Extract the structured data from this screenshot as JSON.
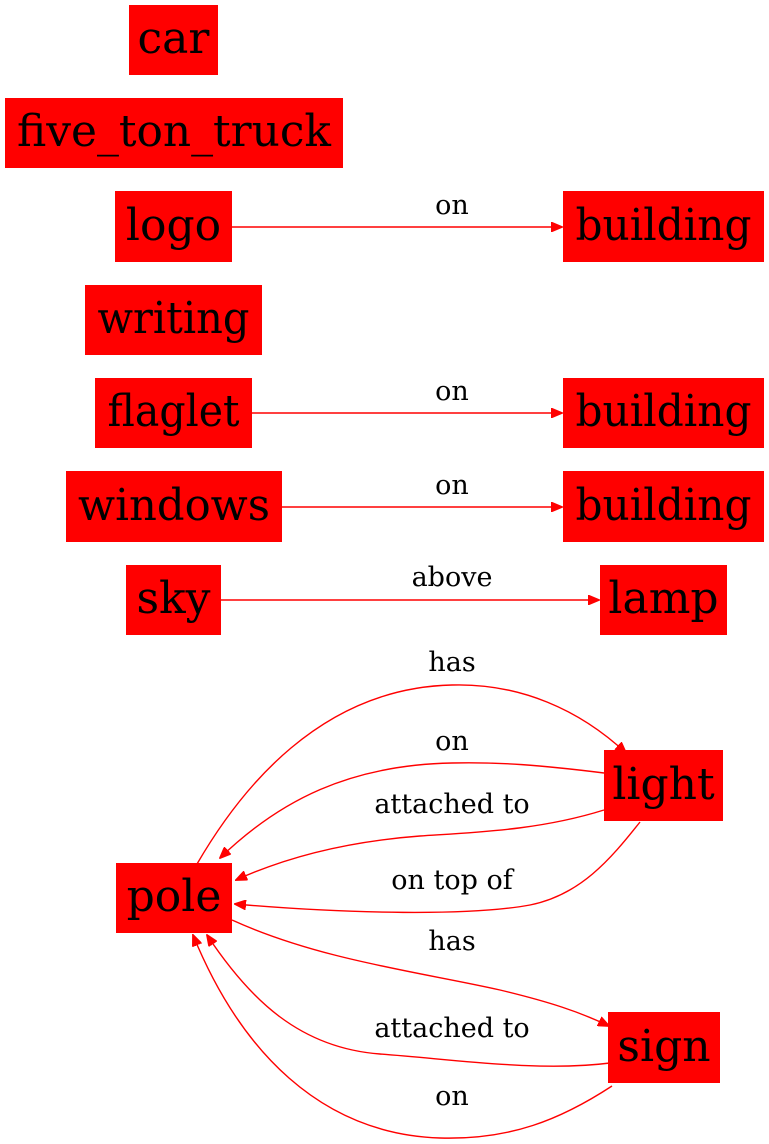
{
  "colors": {
    "node_fill": "#ff0000",
    "edge": "#ff0000",
    "text": "#000000"
  },
  "nodes": {
    "car": "car",
    "five_ton_truck": "five_ton_truck",
    "logo": "logo",
    "building_1": "building",
    "writing": "writing",
    "flaglet": "flaglet",
    "building_2": "building",
    "windows": "windows",
    "building_3": "building",
    "sky": "sky",
    "lamp": "lamp",
    "light": "light",
    "pole": "pole",
    "sign": "sign"
  },
  "edges": [
    {
      "from": "logo",
      "to": "building_1",
      "label": "on"
    },
    {
      "from": "flaglet",
      "to": "building_2",
      "label": "on"
    },
    {
      "from": "windows",
      "to": "building_3",
      "label": "on"
    },
    {
      "from": "sky",
      "to": "lamp",
      "label": "above"
    },
    {
      "from": "pole",
      "to": "light",
      "label": "has"
    },
    {
      "from": "light",
      "to": "pole",
      "label": "on"
    },
    {
      "from": "light",
      "to": "pole",
      "label": "attached to"
    },
    {
      "from": "light",
      "to": "pole",
      "label": "on top of"
    },
    {
      "from": "pole",
      "to": "sign",
      "label": "has"
    },
    {
      "from": "sign",
      "to": "pole",
      "label": "attached to"
    },
    {
      "from": "sign",
      "to": "pole",
      "label": "on"
    }
  ]
}
